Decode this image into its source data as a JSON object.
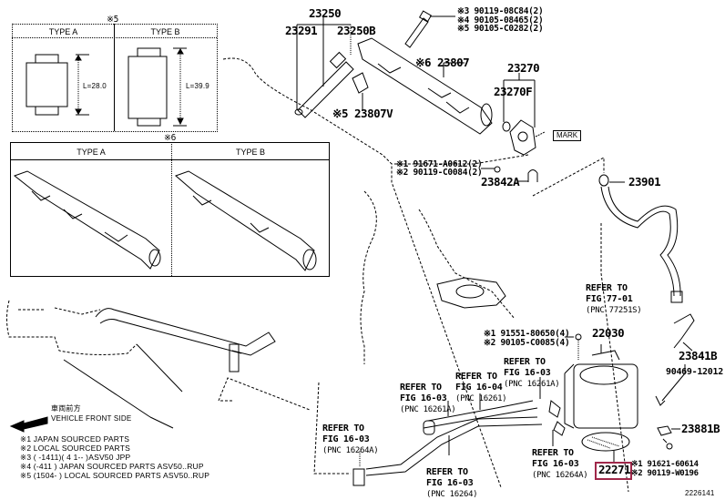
{
  "diagram": {
    "figure_code": "2226141",
    "inset_5": {
      "marker": "※5",
      "type_a": {
        "header": "TYPE A",
        "length": "L=28.0"
      },
      "type_b": {
        "header": "TYPE B",
        "length": "L=39.9"
      }
    },
    "inset_6": {
      "marker": "※6",
      "type_a": {
        "header": "TYPE A"
      },
      "type_b": {
        "header": "TYPE B"
      }
    },
    "parts": {
      "p23250": "23250",
      "p23291": "23291",
      "p23250B": "23250B",
      "p23807": "※6 23807",
      "p23807V": "※5 23807V",
      "p23270": "23270",
      "p23270F": "23270F",
      "mark": "MARK",
      "p23842A": "23842A",
      "p23901": "23901",
      "p22030": "22030",
      "p23841B": "23841B",
      "p90469": "90469-12012",
      "p23881B": "23881B",
      "p22271": "22271"
    },
    "bolts_top": [
      "※3 90119-08C84(2)",
      "※4 90105-08465(2)",
      "※5 90105-C0282(2)"
    ],
    "bolts_mid": [
      "※1 91671-A0612(2)",
      "※2 90119-C0084(2)"
    ],
    "bolts_throttle": [
      "※1 91551-80650(4)",
      "※2 90105-C0085(4)"
    ],
    "bolts_bottom": [
      "※1 91621-60614",
      "※2 90119-W0196"
    ],
    "refers": [
      {
        "l1": "REFER TO",
        "l2": "FIG 77-01",
        "l3": "(PNC 77251S)"
      },
      {
        "l1": "REFER TO",
        "l2": "FIG 16-03",
        "l3": "(PNC 16261A)"
      },
      {
        "l1": "REFER TO",
        "l2": "FIG 16-04",
        "l3": "(PNC 16261)"
      },
      {
        "l1": "REFER TO",
        "l2": "FIG 16-03",
        "l3": "(PNC 16261A)"
      },
      {
        "l1": "REFER TO",
        "l2": "FIG 16-03",
        "l3": "(PNC 16264A)"
      },
      {
        "l1": "REFER TO",
        "l2": "FIG 16-03",
        "l3": "(PNC 16264)"
      },
      {
        "l1": "REFER TO",
        "l2": "FIG 16-03",
        "l3": "(PNC 16264A)"
      }
    ],
    "direction": {
      "jp": "車両前方",
      "en": "VEHICLE FRONT SIDE"
    },
    "legend": [
      "※1 JAPAN SOURCED PARTS",
      "※2 LOCAL SOURCED PARTS",
      "※3 (    -1411)( 4 1--    )ASV50 JPP",
      "※4 (-411       ) JAPAN SOURCED PARTS ASV50..RUP",
      "※5 (1504-      ) LOCAL SOURCED PARTS ASV50..RUP"
    ],
    "highlight_color": "#a0284a"
  }
}
